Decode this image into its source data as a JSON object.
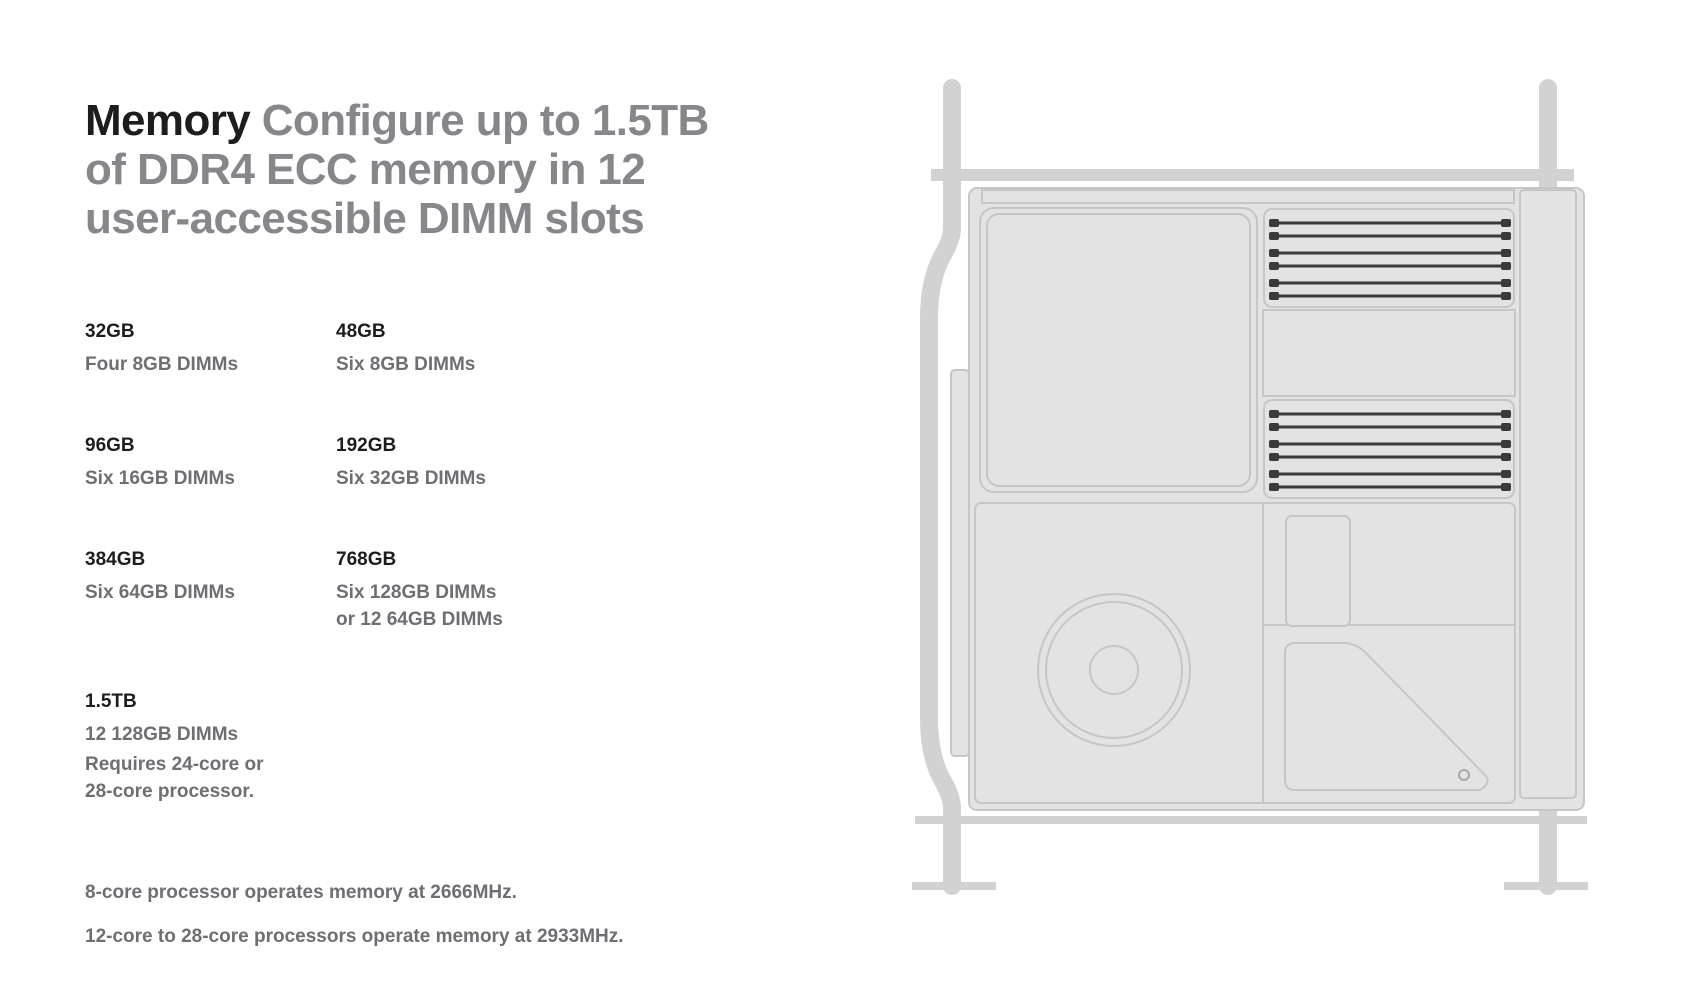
{
  "headline": {
    "strong": "Memory",
    "rest": "Configure up to 1.5TB of DDR4 ECC memory in 12 user-accessible DIMM slots"
  },
  "configs": [
    {
      "capacity": "32GB",
      "desc": "Four 8GB DIMMs"
    },
    {
      "capacity": "48GB",
      "desc": "Six 8GB DIMMs"
    },
    {
      "capacity": "96GB",
      "desc": "Six 16GB DIMMs"
    },
    {
      "capacity": "192GB",
      "desc": "Six 32GB DIMMs"
    },
    {
      "capacity": "384GB",
      "desc": "Six 64GB DIMMs"
    },
    {
      "capacity": "768GB",
      "desc": "Six 128GB DIMMs\nor 12 64GB DIMMs"
    },
    {
      "capacity": "1.5TB",
      "desc": "12 128GB DIMMs",
      "note": "Requires 24-core or 28-core processor."
    }
  ],
  "footnotes": [
    "8-core processor operates memory at 2666MHz.",
    "12-core to 28-core processors operate memory at 2933MHz."
  ],
  "colors": {
    "headline_strong": "#1d1d1f",
    "headline_muted": "#86868b",
    "body_muted": "#6e6e73",
    "illustration_fill": "#e3e3e3",
    "illustration_stroke": "#c6c6c6",
    "dimm_dark": "#3a3a3a"
  }
}
